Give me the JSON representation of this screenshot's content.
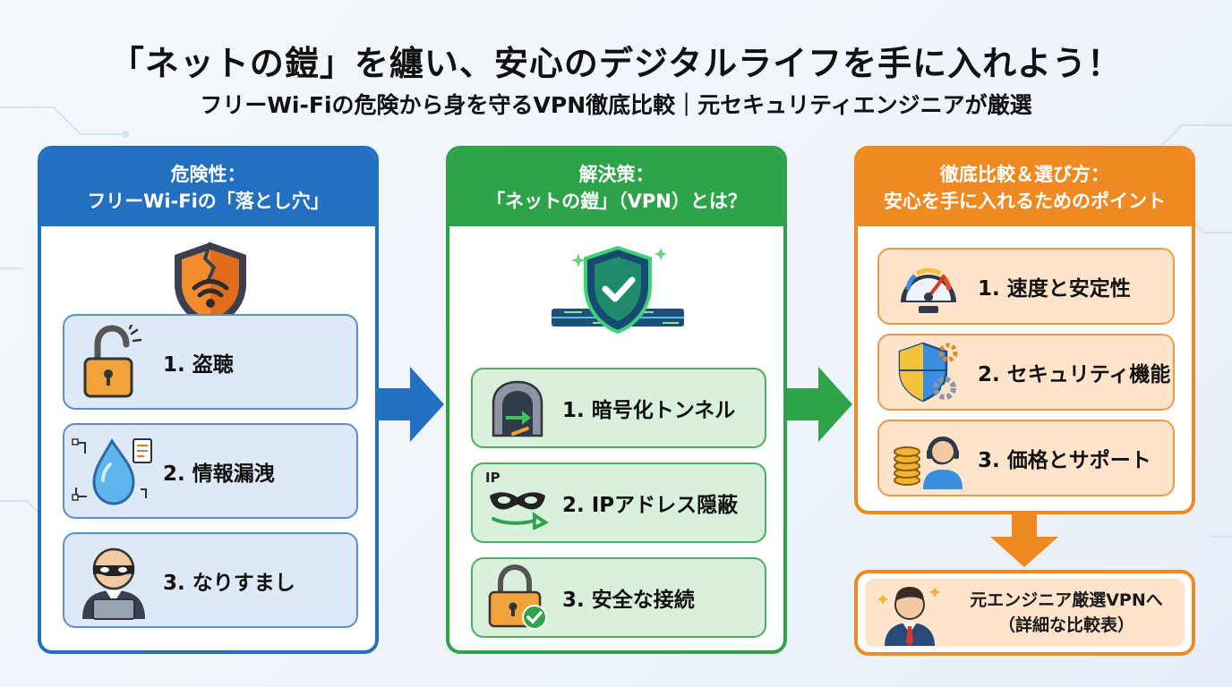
{
  "header": {
    "title": "「ネットの鎧」を纏い、安心のデジタルライフを手に入れよう！",
    "subtitle": "フリーWi-Fiの危険から身を守るVPN徹底比較｜元セキュリティエンジニアが厳選"
  },
  "panels": [
    {
      "heading_line1": "危険性：",
      "heading_line2": "フリーWi-Fiの「落とし穴」",
      "items": [
        {
          "label": "1. 盗聴",
          "icon": "open-padlock-icon"
        },
        {
          "label": "2. 情報漏洩",
          "icon": "water-drop-leak-icon"
        },
        {
          "label": "3. なりすまし",
          "icon": "masked-hacker-icon"
        }
      ]
    },
    {
      "heading_line1": "解決策：",
      "heading_line2": "「ネットの鎧」（VPN）とは？",
      "items": [
        {
          "label": "1. 暗号化トンネル",
          "icon": "tunnel-icon"
        },
        {
          "label": "2. IPアドレス隠蔽",
          "icon": "mask-icon",
          "badge": "IP"
        },
        {
          "label": "3. 安全な接続",
          "icon": "secure-padlock-icon"
        }
      ]
    },
    {
      "heading_line1": "徹底比較＆選び方：",
      "heading_line2": "安心を手に入れるためのポイント",
      "items": [
        {
          "label": "1. 速度と安定性",
          "icon": "speedometer-icon"
        },
        {
          "label": "2. セキュリティ機能",
          "icon": "shield-gear-icon"
        },
        {
          "label": "3. 価格とサポート",
          "icon": "coins-support-icon"
        }
      ]
    }
  ],
  "final": {
    "line1": "元エンジニア厳選VPNへ",
    "line2": "（詳細な比較表）",
    "icon": "engineer-icon"
  },
  "colors": {
    "blue": "#2470c0",
    "green": "#2ea44a",
    "orange": "#ef8a22"
  }
}
